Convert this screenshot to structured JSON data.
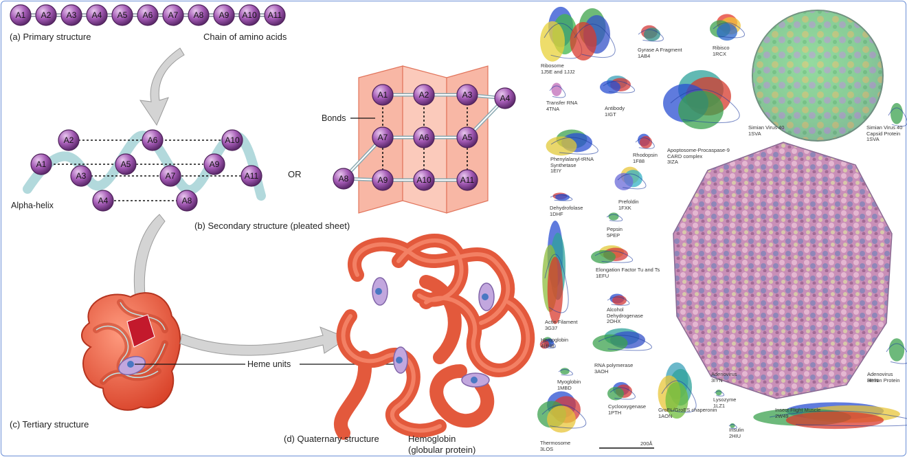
{
  "primary": {
    "nodes": [
      "A1",
      "A2",
      "A3",
      "A4",
      "A5",
      "A6",
      "A7",
      "A8",
      "A9",
      "A10",
      "A11"
    ],
    "label": "(a) Primary structure",
    "chain_label": "Chain of amino acids"
  },
  "helix": {
    "label": "Alpha-helix",
    "nodes": [
      "A1",
      "A2",
      "A3",
      "A4",
      "A5",
      "A6",
      "A7",
      "A8",
      "A9",
      "A10",
      "A11"
    ]
  },
  "or_label": "OR",
  "sheet": {
    "label": "(b) Secondary structure (pleated sheet)",
    "bonds_label": "Bonds",
    "nodes": [
      "A1",
      "A2",
      "A3",
      "A4",
      "A7",
      "A6",
      "A5",
      "A8",
      "A9",
      "A10",
      "A11"
    ]
  },
  "tertiary": {
    "label": "(c) Tertiary structure"
  },
  "heme_label": "Heme units",
  "quaternary": {
    "label": "(d) Quaternary structure",
    "protein_name": "Hemoglobin",
    "protein_desc": "(globular protein)"
  },
  "proteins": [
    {
      "name": "Ribosome",
      "code": "1J5E and 1JJ2"
    },
    {
      "name": "Gyrase A Fragment",
      "code": "1AB4"
    },
    {
      "name": "Ribisco",
      "code": "1RCX"
    },
    {
      "name": "Transfer RNA",
      "code": "4TNA"
    },
    {
      "name": "Antibody",
      "code": "1IGT"
    },
    {
      "name": "Apoptosome-Procaspase-9",
      "code": "CARD complex"
    },
    {
      "name": "",
      "code": "3IZA"
    },
    {
      "name": "Simian Virus 40",
      "code": "1SVA"
    },
    {
      "name": "Simian Virus 40",
      "code": "Capsid Protein"
    },
    {
      "name": "",
      "code": "1SVA"
    },
    {
      "name": "Phenylalanyl-tRNA",
      "code": "Synthetase"
    },
    {
      "name": "",
      "code": "1EIY"
    },
    {
      "name": "Rhodopsin",
      "code": "1F88"
    },
    {
      "name": "Prefoldin",
      "code": "1FXK"
    },
    {
      "name": "Dehydrofolase",
      "code": "1DHF"
    },
    {
      "name": "Pepsin",
      "code": "5PEP"
    },
    {
      "name": "Elongation Factor Tu and Ts",
      "code": "1EFU"
    },
    {
      "name": "Alcohol",
      "code": "Dehydrogenase"
    },
    {
      "name": "",
      "code": "2OHX"
    },
    {
      "name": "Actin Filament",
      "code": "3G37"
    },
    {
      "name": "Hemoglobin",
      "code": "4HHB"
    },
    {
      "name": "RNA polymerase",
      "code": "3AOH"
    },
    {
      "name": "Adenovirus",
      "code": "3IYN"
    },
    {
      "name": "Adenovirus",
      "code": "Hexon Protein"
    },
    {
      "name": "",
      "code": "3IYN"
    },
    {
      "name": "Myoglobin",
      "code": "1MBD"
    },
    {
      "name": "Cyclooxygenase",
      "code": "1PTH"
    },
    {
      "name": "GroEL/GroES chaperonin",
      "code": "1AON"
    },
    {
      "name": "Lysozyme",
      "code": "1LZ1"
    },
    {
      "name": "Insulin",
      "code": "2HIU"
    },
    {
      "name": "Thermosome",
      "code": "3LOS"
    },
    {
      "name": "Insect Flight Muscle",
      "code": "2W49"
    }
  ],
  "scale_label": "200Å"
}
